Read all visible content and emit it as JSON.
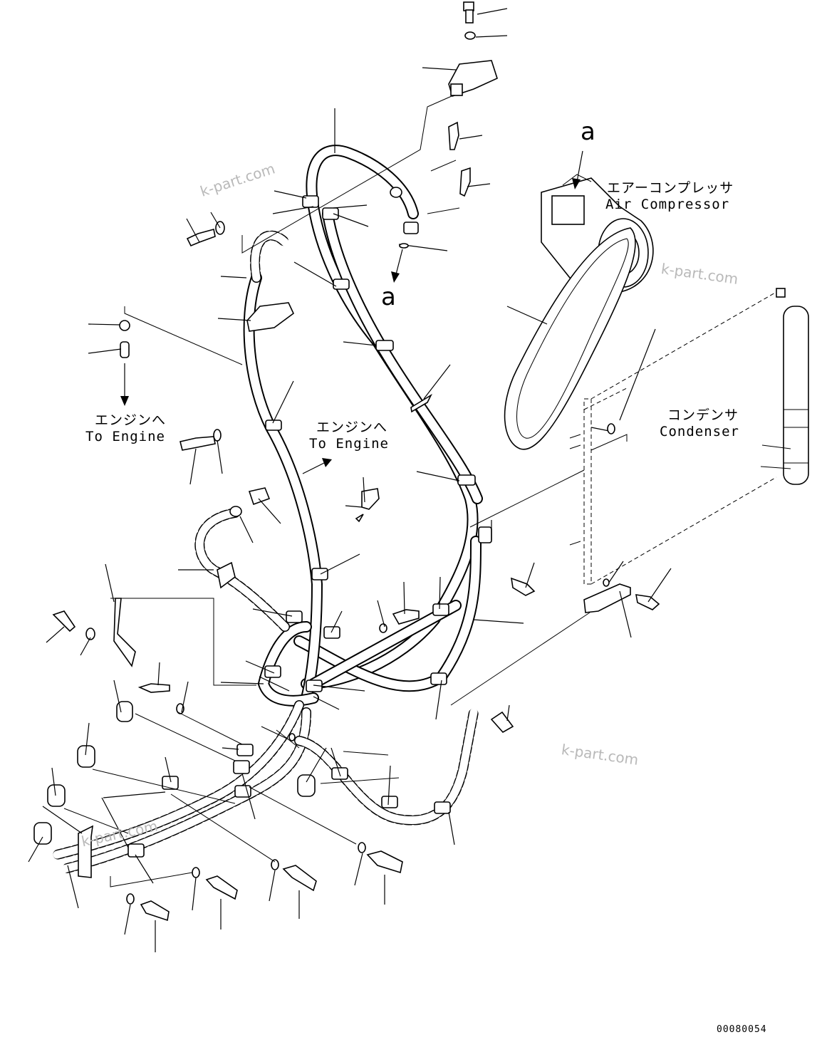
{
  "labels": {
    "air_compressor_jp": "エアーコンプレッサ",
    "air_compressor_en": "Air Compressor",
    "condenser_jp": "コンデンサ",
    "condenser_en": "Condenser",
    "to_engine_left_jp": "エンジンへ",
    "to_engine_left_en": "To Engine",
    "to_engine_mid_jp": "エンジンへ",
    "to_engine_mid_en": "To Engine",
    "detail_a_top": "a",
    "detail_a_bottom": "a"
  },
  "watermarks": [
    "k-part.com",
    "k-part.com",
    "k-part.com",
    "k-part.com"
  ],
  "drawing_number": "00080054"
}
